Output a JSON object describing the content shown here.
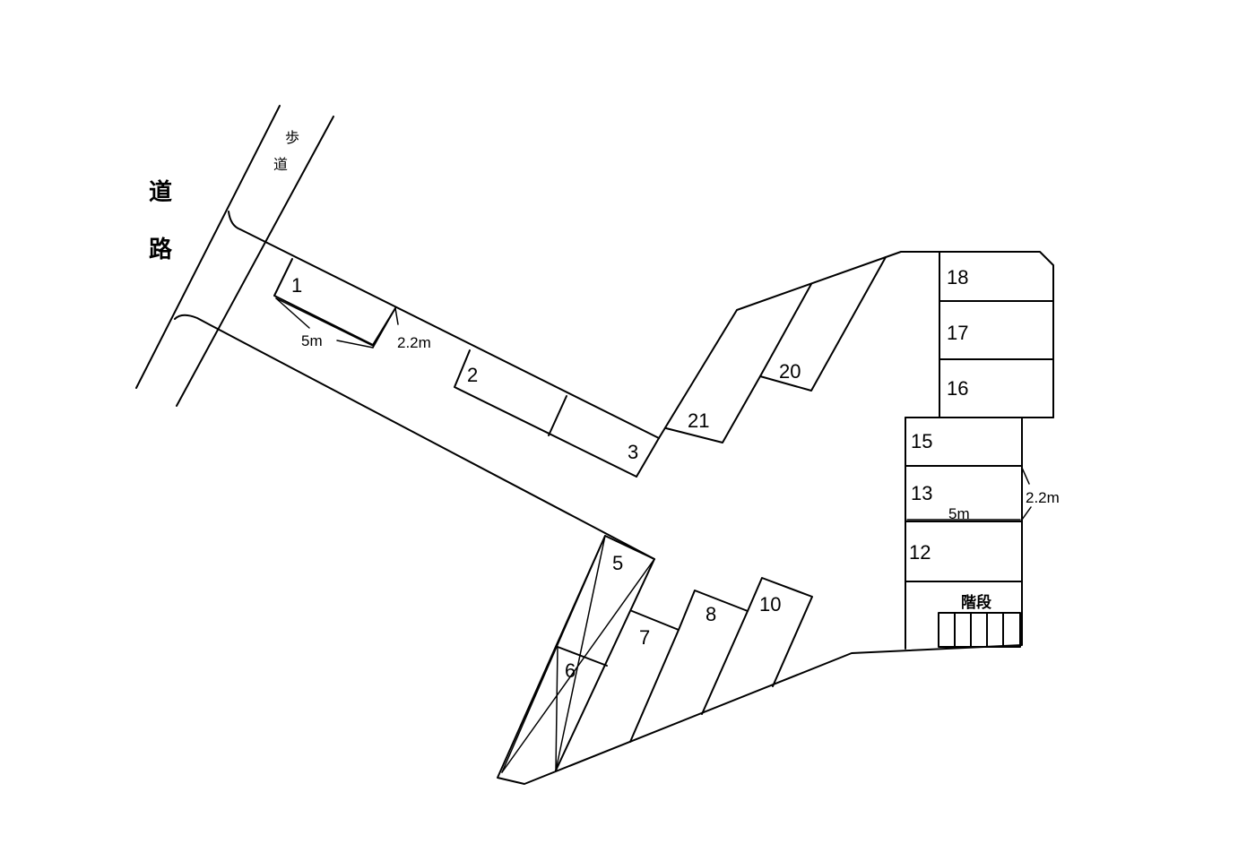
{
  "road": {
    "char1": "道",
    "char2": "路"
  },
  "sidewalk": {
    "char1": "歩",
    "char2": "道"
  },
  "stairs": "階段",
  "dimensions": {
    "upper_length": "5m",
    "upper_width": "2.2m",
    "right_length": "5m",
    "right_width": "2.2m"
  },
  "spaces": {
    "s1": "1",
    "s2": "2",
    "s3": "3",
    "s5": "5",
    "s6": "6",
    "s7": "7",
    "s8": "8",
    "s10": "10",
    "s12": "12",
    "s13": "13",
    "s15": "15",
    "s16": "16",
    "s17": "17",
    "s18": "18",
    "s20": "20",
    "s21": "21"
  }
}
